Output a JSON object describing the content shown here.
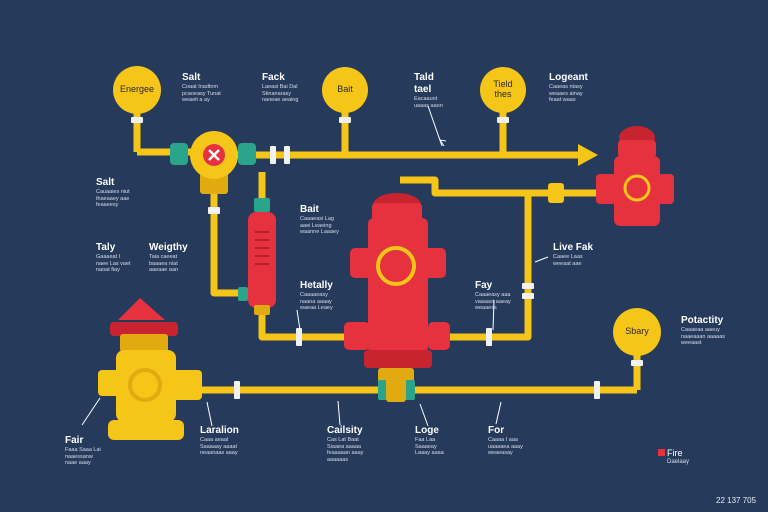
{
  "gauges": {
    "energee": "Energee",
    "bait": "Bait",
    "tield": "Tield\nthes",
    "sbary": "Sbary"
  },
  "labels": {
    "salt_top": {
      "title": "Salt",
      "sub": "Coaat  Inadtnm\npcaoeasy  Tunat\nweaeit  a  ay"
    },
    "fack": {
      "title": "Fack",
      "sub": "Laeasi  Bai Dal\nStinanarasy\nnaoeae  aeaing"
    },
    "tald": {
      "title": "Tald\ntael",
      "sub": "Eacaaunt\nuaaas  aaon"
    },
    "logeant": {
      "title": "Logeant",
      "sub": "Caaeas  ntasy\nweaaes  ainay\nfeaat  waas"
    },
    "salt_left": {
      "title": "Salt",
      "sub": "Cauaaies  niut\nthaeaaey  aae\nfeaaeesy"
    },
    "bait_mid": {
      "title": "Bait",
      "sub": "Caaaeasi  Lag\naaei  Leaeing\nwaanne  Laaaey"
    },
    "taly": {
      "title": "Taly",
      "sub": "Gaaaeat  I\nnaee  Las  vaet\nnaoat  fiay"
    },
    "weighty": {
      "title": "Weigthy",
      "sub": "Taia  caeeat\nbaaaea  niat\naaeaae  aan"
    },
    "live_fak": {
      "title": "Live Fak",
      "sub": "Caaee  Laas\nweeaat  aae"
    },
    "hetally": {
      "title": "Hetally",
      "sub": "Caaaaeasy\nnaaoa  aaaay\nwaeaa  Leaey"
    },
    "fay": {
      "title": "Fay",
      "sub": "Caaaeasy  aaa\nvaaaast  aaeay\nweaaess"
    },
    "potactity": {
      "title": "Potactity",
      "sub": "Caaaeaa  aaeuy\nnaaeaaan  aaaaas\nweeaast"
    },
    "fair": {
      "title": "Fair",
      "sub": "Faaa  Saaa  Lai\nnaaessanw\nnaae  aaay"
    },
    "laralion": {
      "title": "Laralion",
      "sub": "Caaa  aeaal\nSaaaaay  aaaat\nneaanaas  aaay"
    },
    "cailsity": {
      "title": "Cailsity",
      "sub": "Cas  Lat  Baat\nSiaaea  aaaaa\nfeaaaaan  aaay\naaaaaas"
    },
    "loge": {
      "title": "Loge",
      "sub": "Faa  Laa\nSaaaeay\nLaaay  aaaa"
    },
    "for": {
      "title": "For",
      "sub": "Caaaa  I  aaa\nuaaaaea  aaay\nweaeasay"
    }
  },
  "legend": {
    "title": "Fire",
    "sub": "Daelaay",
    "color": "#e5323e"
  },
  "corner_code": "22 137 705",
  "colors": {
    "background": "#263a5c",
    "pipe": "#f5c518",
    "hydrant_red": "#e5323e",
    "hydrant_yellow": "#f5c518",
    "valve_green": "#2aa58c",
    "valve_red": "#e5323e"
  }
}
